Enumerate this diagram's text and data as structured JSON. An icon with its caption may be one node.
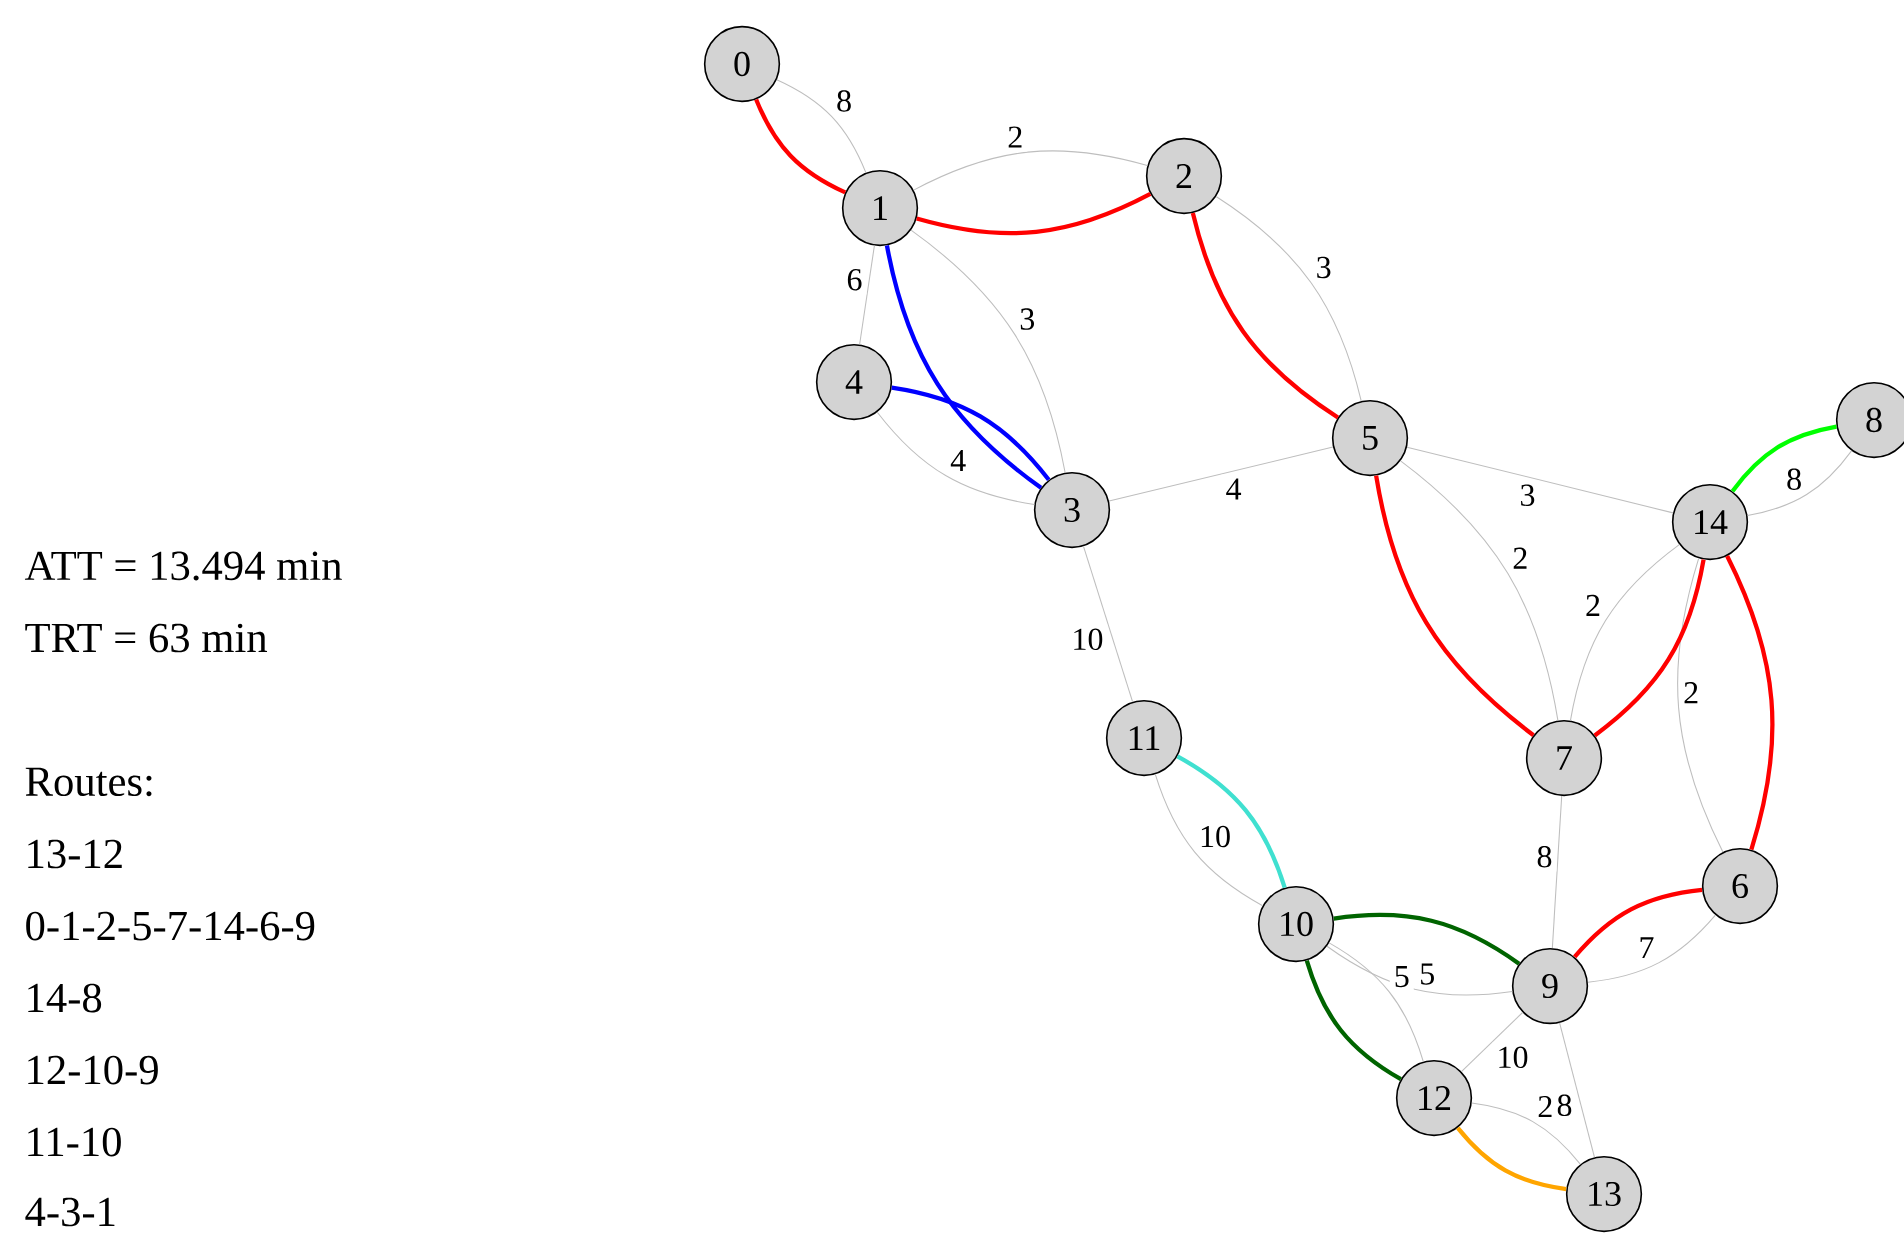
{
  "diagram": {
    "nodes": [
      {
        "text": [
          "0"
        ]
      },
      {
        "text": [
          "1"
        ]
      },
      {
        "text": [
          "2"
        ]
      },
      {
        "text": [
          "3"
        ]
      },
      {
        "text": [
          "4"
        ]
      },
      {
        "text": [
          "5"
        ]
      },
      {
        "text": [
          "6"
        ]
      },
      {
        "text": [
          "7"
        ]
      },
      {
        "text": [
          "8"
        ]
      },
      {
        "text": [
          "9"
        ]
      },
      {
        "text": [
          "10"
        ]
      },
      {
        "text": [
          "11"
        ]
      },
      {
        "text": [
          "12"
        ]
      },
      {
        "text": [
          "13"
        ]
      },
      {
        "text": [
          "14"
        ]
      }
    ],
    "edges": [
      {
        "from": 0,
        "to": 1,
        "arrow": "none",
        "label": "8"
      },
      {
        "from": 1,
        "to": 2,
        "arrow": "none",
        "label": "2"
      },
      {
        "from": 1,
        "to": 4,
        "arrow": "none",
        "label": "6"
      },
      {
        "from": 1,
        "to": 3,
        "arrow": "none",
        "label": "3"
      },
      {
        "from": 4,
        "to": 3,
        "arrow": "none",
        "label": "4"
      },
      {
        "from": 2,
        "to": 5,
        "arrow": "none",
        "label": "3"
      },
      {
        "from": 3,
        "to": 5,
        "arrow": "none",
        "label": "4"
      },
      {
        "from": 3,
        "to": 11,
        "arrow": "none",
        "label": "10"
      },
      {
        "from": 5,
        "to": 14,
        "arrow": "none",
        "label": "3"
      },
      {
        "from": 5,
        "to": 7,
        "arrow": "none",
        "label": "2"
      },
      {
        "from": 7,
        "to": 14,
        "arrow": "none",
        "label": "2"
      },
      {
        "from": 14,
        "to": 8,
        "arrow": "none",
        "label": "8"
      },
      {
        "from": 14,
        "to": 6,
        "arrow": "none",
        "label": "2"
      },
      {
        "from": 7,
        "to": 9,
        "arrow": "none",
        "label": "8"
      },
      {
        "from": 11,
        "to": 10,
        "arrow": "none",
        "label": "10"
      },
      {
        "from": 10,
        "to": 9,
        "arrow": "none",
        "label": "5"
      },
      {
        "from": 10,
        "to": 12,
        "arrow": "none",
        "label": "5"
      },
      {
        "from": 12,
        "to": 9,
        "arrow": "none",
        "label": "10"
      },
      {
        "from": 9,
        "to": 13,
        "arrow": "none",
        "label": "8"
      },
      {
        "from": 12,
        "to": 13,
        "arrow": "none",
        "label": "2"
      },
      {
        "from": 9,
        "to": 6,
        "arrow": "none",
        "label": "7"
      },
      {
        "from": 0,
        "to": 1,
        "arrow": "none",
        "style": "thick",
        "color": "#ff0000"
      },
      {
        "from": 1,
        "to": 2,
        "arrow": "none",
        "style": "thick",
        "color": "#ff0000"
      },
      {
        "from": 2,
        "to": 5,
        "arrow": "none",
        "style": "thick",
        "color": "#ff0000"
      },
      {
        "from": 5,
        "to": 7,
        "arrow": "none",
        "style": "thick",
        "color": "#ff0000"
      },
      {
        "from": 7,
        "to": 14,
        "arrow": "none",
        "style": "thick",
        "color": "#ff0000"
      },
      {
        "from": 14,
        "to": 6,
        "arrow": "none",
        "style": "thick",
        "color": "#ff0000"
      },
      {
        "from": 6,
        "to": 9,
        "arrow": "none",
        "style": "thick",
        "color": "#ff0000"
      },
      {
        "from": 14,
        "to": 8,
        "arrow": "none",
        "style": "thick",
        "color": "#00ff00"
      },
      {
        "from": 12,
        "to": 10,
        "arrow": "none",
        "style": "thick",
        "color": "#006400"
      },
      {
        "from": 10,
        "to": 9,
        "arrow": "none",
        "style": "thick",
        "color": "#006400"
      },
      {
        "from": 11,
        "to": 10,
        "arrow": "none",
        "style": "thick",
        "color": "#40e0d0"
      },
      {
        "from": 4,
        "to": 3,
        "arrow": "none",
        "style": "thick",
        "color": "#0000ff"
      },
      {
        "from": 3,
        "to": 1,
        "arrow": "none",
        "style": "thick",
        "color": "#0000ff"
      },
      {
        "from": 13,
        "to": 12,
        "arrow": "none",
        "style": "thick",
        "color": "#ffa500"
      }
    ],
    "labels": [
      "ATT = 13.494 min",
      "TRT = 63 min",
      "Routes:",
      "13-12",
      "0-1-2-5-7-14-6-9",
      "14-8",
      "12-10-9",
      "11-10",
      "4-3-1"
    ]
  }
}
